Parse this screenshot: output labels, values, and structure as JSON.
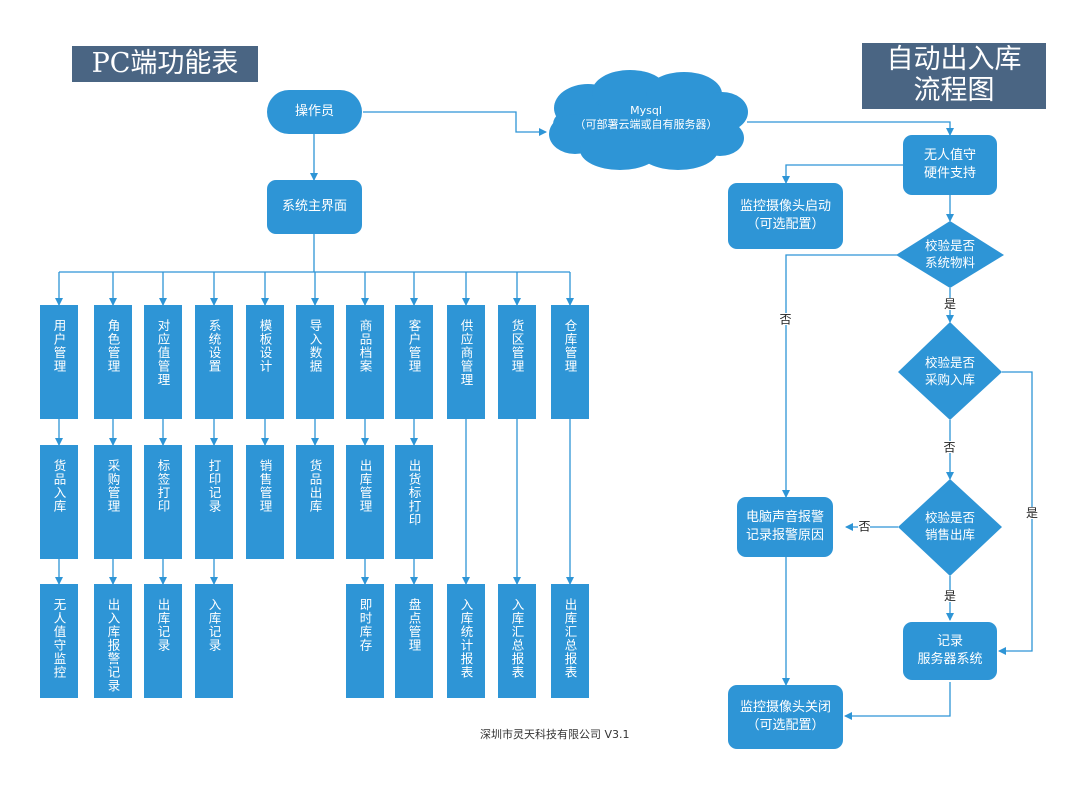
{
  "titles": {
    "pc_table": "PC端功能表",
    "auto_flow": "自动出入库\n流程图"
  },
  "pc": {
    "operator": "操作员",
    "main_ui": "系统主界面",
    "modules": [
      {
        "top": "用户管理",
        "mid": "货品入库",
        "bottom": "无人值守监控"
      },
      {
        "top": "角色管理",
        "mid": "采购管理",
        "bottom": "出入库报警记录"
      },
      {
        "top": "对应值管理",
        "mid": "标签打印",
        "bottom": "出库记录"
      },
      {
        "top": "系统设置",
        "mid": "打印记录",
        "bottom": "入库记录"
      },
      {
        "top": "模板设计",
        "mid": "销售管理",
        "bottom": ""
      },
      {
        "top": "导入数据",
        "mid": "货品出库",
        "bottom": ""
      },
      {
        "top": "商品档案",
        "mid": "出库管理",
        "bottom": "即时库存"
      },
      {
        "top": "客户管理",
        "mid": "出货标打印",
        "bottom": "盘点管理"
      },
      {
        "top": "供应商管理",
        "mid": "",
        "bottom": "入库统计报表"
      },
      {
        "top": "货区管理",
        "mid": "",
        "bottom": "入库汇总报表"
      },
      {
        "top": "仓库管理",
        "mid": "",
        "bottom": "出库汇总报表"
      }
    ]
  },
  "cloud": {
    "label": "Mysql\n（可部署云端或自有服务器）"
  },
  "flow": {
    "unattended": "无人值守\n硬件支持",
    "camera_start": "监控摄像头启动\n（可选配置）",
    "check_material": "校验是否\n系统物料",
    "check_purchase": "校验是否\n采购入库",
    "check_sales": "校验是否\n销售出库",
    "alarm": "电脑声音报警\n记录报警原因",
    "record_server": "记录\n服务器系统",
    "camera_stop": "监控摄像头关闭\n（可选配置）",
    "edge_labels": {
      "material_yes": "是",
      "material_no": "否",
      "purchase_no": "否",
      "purchase_yes": "是",
      "sales_yes": "是",
      "sales_no": "否"
    }
  },
  "footer": "深圳市灵天科技有限公司 V3.1",
  "colors": {
    "box": "#2e95d6",
    "title_bg": "#4a6583",
    "line": "#2e95d6"
  }
}
